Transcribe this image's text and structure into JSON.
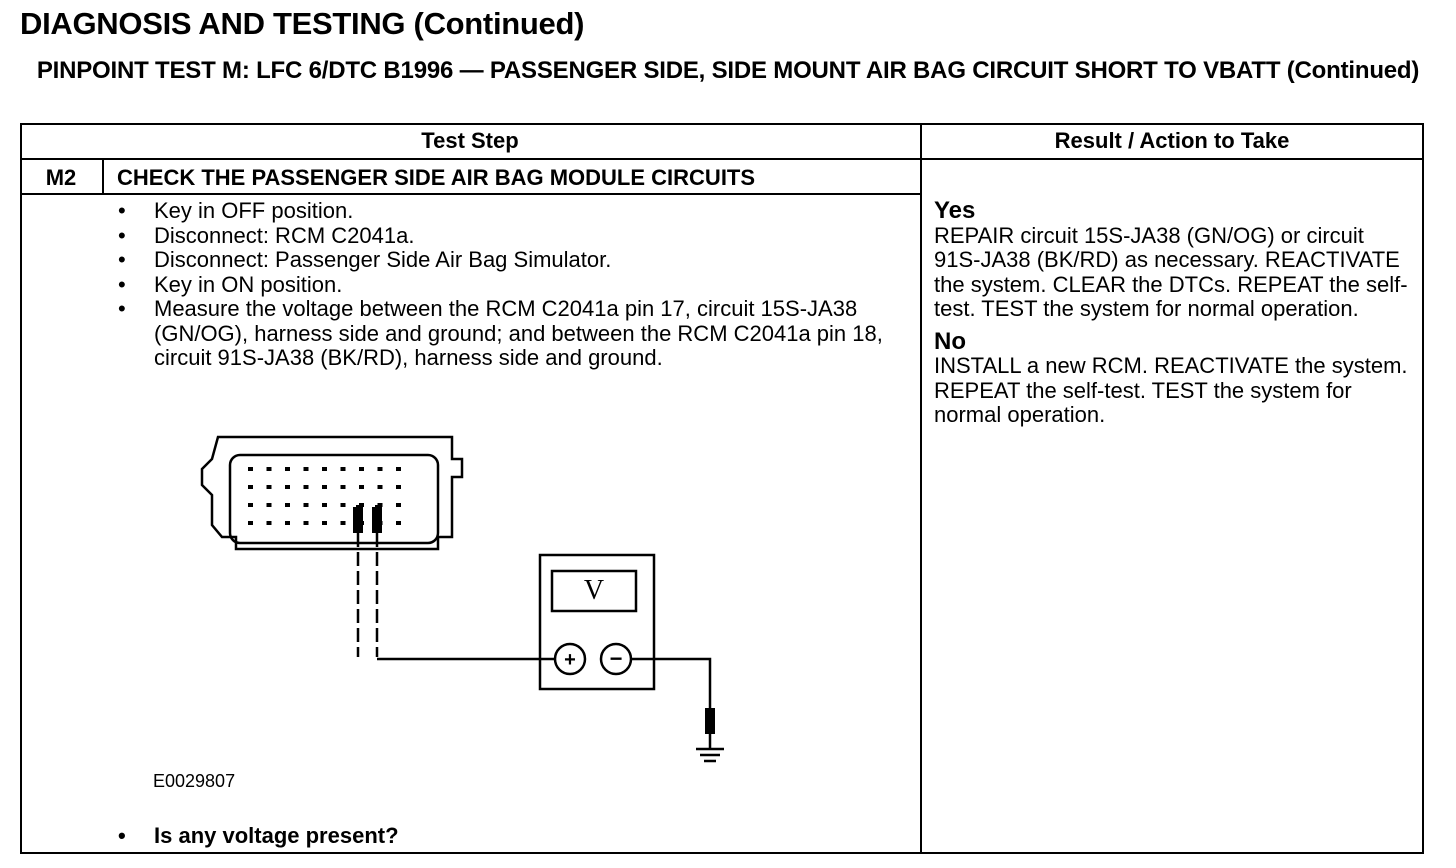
{
  "page_title": "DIAGNOSIS AND TESTING (Continued)",
  "test_title": "PINPOINT TEST  M: LFC 6/DTC B1996 — PASSENGER SIDE, SIDE MOUNT AIR BAG CIRCUIT SHORT TO VBATT (Continued)",
  "table": {
    "col_test_step": "Test Step",
    "col_result": "Result / Action to Take",
    "step_id": "M2",
    "step_title": "CHECK THE PASSENGER SIDE AIR BAG MODULE CIRCUITS",
    "steps": [
      "Key in OFF position.",
      "Disconnect: RCM C2041a.",
      "Disconnect: Passenger Side Air Bag Simulator.",
      "Key in ON position.",
      "Measure the voltage between the RCM C2041a pin 17, circuit 15S-JA38 (GN/OG), harness side and ground; and between the RCM C2041a pin 18, circuit 91S-JA38 (BK/RD), harness side and ground."
    ],
    "figure_id": "E0029807",
    "meter_symbol": "V",
    "plus_symbol": "+",
    "minus_symbol": "−",
    "question": "Is any voltage present?",
    "results": [
      {
        "label": "Yes",
        "text": "REPAIR circuit 15S-JA38 (GN/OG) or circuit 91S-JA38 (BK/RD) as necessary. REACTIVATE the system. CLEAR the DTCs. REPEAT the self-test. TEST the system for normal operation."
      },
      {
        "label": "No",
        "text": "INSTALL a new RCM. REACTIVATE the system. REPEAT the self-test. TEST the system for normal operation."
      }
    ]
  }
}
